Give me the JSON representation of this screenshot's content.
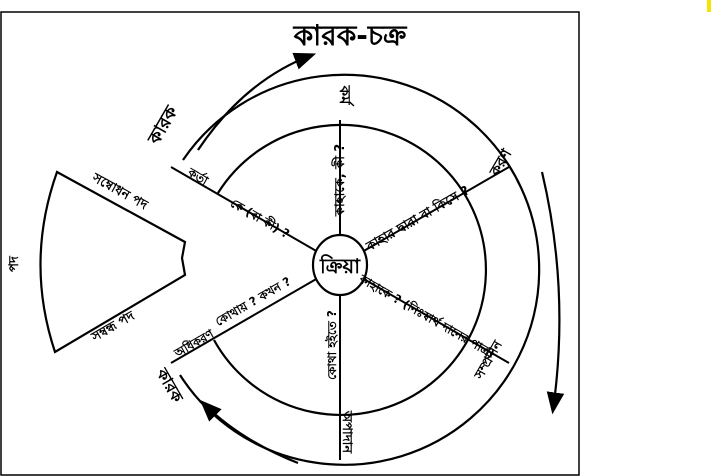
{
  "title": "কারক-চক্র",
  "center": "ক্রিয়া",
  "arrow_label_top": "কারক",
  "arrow_label_bottom": "কারক",
  "spokes": [
    {
      "case": "কর্ম",
      "question": "কাহাকে, কী ?"
    },
    {
      "case": "করণ",
      "question": "কাহার দ্বারা বা কিসে ?"
    },
    {
      "case": "সম্প্রদান",
      "question": "কাহাকে ? (নিঃস্বার্থ দানের পাত্র)"
    },
    {
      "case": "অপাদান",
      "question": "কোথা হইতে ?"
    },
    {
      "case": "অধিকরণ",
      "question": "কোথায় ? কখন ?"
    },
    {
      "case": "কর্তা",
      "question": "কে (বা কী) ?"
    }
  ],
  "wedge": {
    "top": "সম্বোধন পদ",
    "bottom": "সম্বন্ধ পদ",
    "side": "পদ"
  },
  "colors": {
    "ink": "#000000",
    "marker": "#f5e400"
  }
}
